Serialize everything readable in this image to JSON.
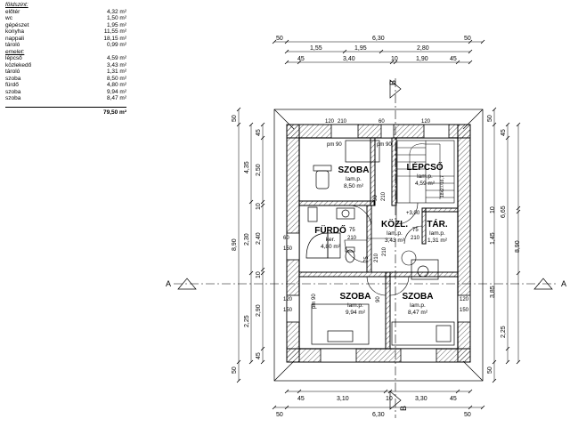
{
  "area_table": {
    "ground_header": "földszint:",
    "ground": [
      {
        "name": "előtér",
        "area": "4,32 m²"
      },
      {
        "name": "wc",
        "area": "1,50 m²"
      },
      {
        "name": "gépészet",
        "area": "1,95 m²"
      },
      {
        "name": "konyha",
        "area": "11,55 m²"
      },
      {
        "name": "nappali",
        "area": "18,15 m²"
      },
      {
        "name": "tároló",
        "area": "0,99 m²"
      }
    ],
    "upper_header": "emelet:",
    "upper": [
      {
        "name": "lépcső",
        "area": "4,59 m²"
      },
      {
        "name": "közlekedő",
        "area": "3,43 m²"
      },
      {
        "name": "tároló",
        "area": "1,31 m²"
      },
      {
        "name": "szoba",
        "area": "8,50 m²"
      },
      {
        "name": "fürdő",
        "area": "4,80 m²"
      },
      {
        "name": "szoba",
        "area": "9,94 m²"
      },
      {
        "name": "szoba",
        "area": "8,47 m²"
      }
    ],
    "total": "79,50 m²"
  },
  "rooms": {
    "szoba1": {
      "name": "SZOBA",
      "floor": "lam.p.",
      "area": "8,50 m²"
    },
    "lepcso": {
      "name": "LÉPCSŐ",
      "floor": "lam.p.",
      "area": "4,59 m²"
    },
    "furdo": {
      "name": "FÜRDŐ",
      "floor": "ker.",
      "area": "4,80 m²"
    },
    "kozl": {
      "name": "KÖZL.",
      "floor": "lam.p.",
      "area": "3,43 m²"
    },
    "tar": {
      "name": "TÁR.",
      "floor": "lam.p.",
      "area": "1,31 m²"
    },
    "szoba2": {
      "name": "SZOBA",
      "floor": "lam.p.",
      "area": "9,94 m²"
    },
    "szoba3": {
      "name": "SZOBA",
      "floor": "lam.p.",
      "area": "8,47 m²"
    }
  },
  "section_labels": {
    "a": "A",
    "b": "B"
  },
  "dims": {
    "top1": {
      "total": "6,30",
      "a": "50",
      "b": "50"
    },
    "top2": [
      "1,55",
      "1,95",
      "2,80"
    ],
    "top3": [
      "45",
      "3,40",
      "10",
      "1,90",
      "45"
    ],
    "bottom1": [
      "45",
      "3,10",
      "10",
      "3,30",
      "45"
    ],
    "bottom2": {
      "total": "6,30",
      "a": "50",
      "b": "50"
    },
    "left_outer": {
      "total": "8,90",
      "a": "50",
      "b": "50"
    },
    "left_mid": [
      "4,35",
      "2,30",
      "2,25"
    ],
    "left_inner": [
      "45",
      "2,50",
      "10",
      "2,40",
      "10",
      "2,90",
      "45"
    ],
    "right_outer": {
      "total": "8,90",
      "a": "50",
      "b": "50"
    },
    "right_mid": [
      "45",
      "6,65"
    ],
    "right_inner": [
      "1,45",
      "10",
      "3,85",
      "2,25"
    ],
    "openings": [
      "120",
      "210",
      "60",
      "120",
      "pm 90",
      "pm 90",
      "90",
      "210",
      "75",
      "210",
      "60",
      "150",
      "75",
      "210",
      "120",
      "150",
      "120",
      "150",
      "pm 90",
      "90",
      "210",
      "75",
      "210"
    ],
    "stair_note": "+3,00",
    "stair_size": "18x27/16,7"
  }
}
